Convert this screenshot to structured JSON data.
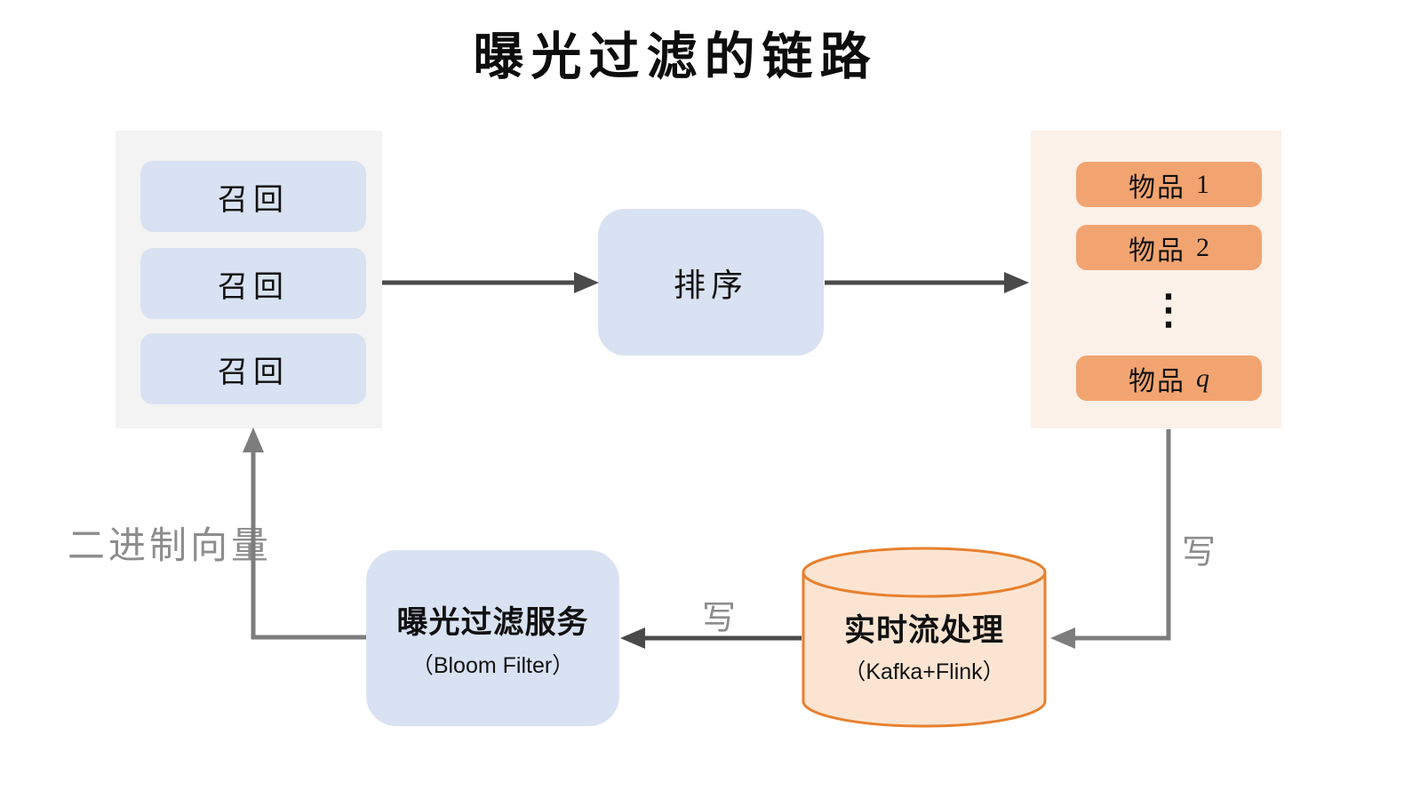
{
  "title": "曝光过滤的链路",
  "colors": {
    "blue_box": "#d9e2f2",
    "gray_panel": "#f3f3f3",
    "orange_panel": "#fcf1e8",
    "orange_item": "#f2a470",
    "cylinder_fill": "#fbe5d2",
    "cylinder_stroke": "#e8802e",
    "dark_arrow": "#4a4a4a",
    "light_arrow": "#7d7d7d",
    "label_gray": "#8d8d8d"
  },
  "recall_panel": {
    "items": [
      "召回",
      "召回",
      "召回"
    ]
  },
  "ranking": {
    "label": "排序"
  },
  "items_panel": {
    "items": [
      {
        "prefix": "物品",
        "num": "1"
      },
      {
        "prefix": "物品",
        "num": "2"
      },
      {
        "prefix": "物品",
        "num": "q"
      }
    ],
    "ellipsis": "⋮"
  },
  "bloom": {
    "title": "曝光过滤服务",
    "subtitle": "（Bloom Filter）"
  },
  "stream": {
    "title": "实时流处理",
    "subtitle": "（Kafka+Flink）"
  },
  "edges": {
    "write_right": "写",
    "write_middle": "写",
    "binary_vector": "二进制向量"
  }
}
